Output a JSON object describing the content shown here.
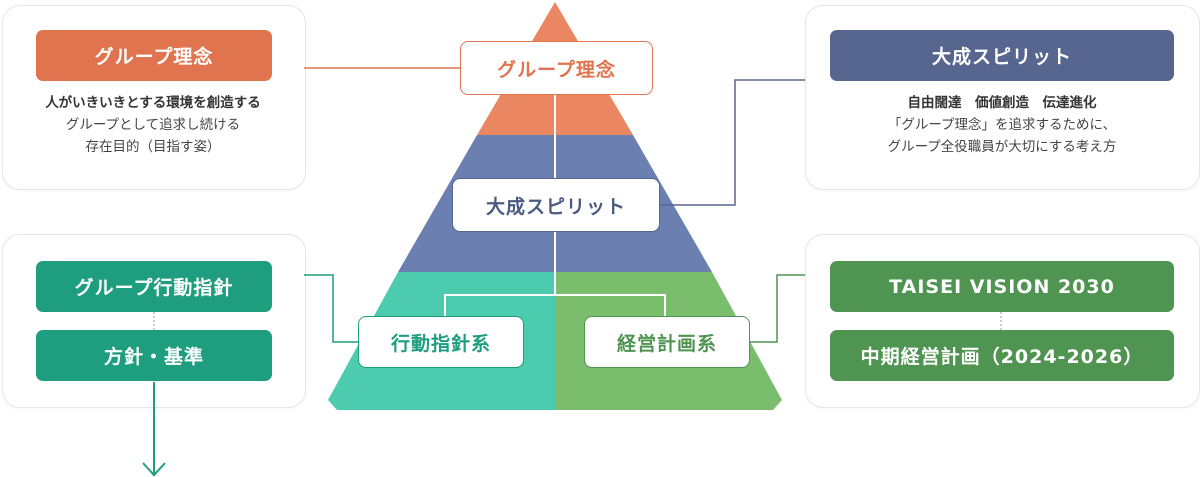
{
  "colors": {
    "orange": "#e0744f",
    "navy": "#56668e",
    "teal": "#1e9e7f",
    "green": "#4f9450",
    "pyramid_top": "#eb8663",
    "pyramid_mid": "#6b7fb0",
    "pyramid_bottom_left": "#4ccbae",
    "pyramid_bottom_right": "#79bd6d"
  },
  "left_top_card": {
    "title": "グループ理念",
    "line1": "人がいきいきとする環境を創造する",
    "line2": "グループとして追求し続ける",
    "line3": "存在目的（目指す姿）"
  },
  "left_bottom_card": {
    "item1": "グループ行動指針",
    "item2": "方針・基準"
  },
  "right_top_card": {
    "title": "大成スピリット",
    "line1": "自由闊達　価値創造　伝達進化",
    "line2": "「グループ理念」を追求するために、",
    "line3": "グループ全役職員が大切にする考え方"
  },
  "right_bottom_card": {
    "item1": "TAISEI VISION 2030",
    "item2": "中期経営計画（2024-2026）"
  },
  "pyramid": {
    "top_label": "グループ理念",
    "middle_label": "大成スピリット",
    "bottom_left_label": "行動指針系",
    "bottom_right_label": "経営計画系"
  },
  "icons": {
    "down_arrow": "arrow-down-icon"
  }
}
